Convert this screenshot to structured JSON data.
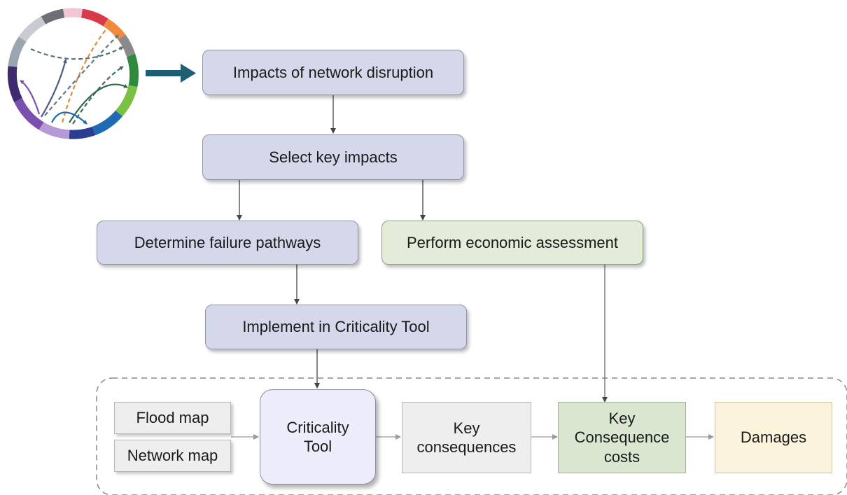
{
  "boxes": {
    "impacts": "Impacts of network disruption",
    "select": "Select key impacts",
    "determine": "Determine failure pathways",
    "perform": "Perform economic assessment",
    "implement": "Implement in Criticality Tool",
    "flood_map": "Flood map",
    "network_map": "Network map",
    "criticality_tool": "Criticality\nTool",
    "key_consequences": "Key\nconsequences",
    "key_consequence_costs": "Key\nConsequence\ncosts",
    "damages": "Damages"
  },
  "colors": {
    "process_blue": "#d5d8ea",
    "economic_green": "#e2ecd8",
    "input_grey": "#eeeeee",
    "damages_yellow": "#fbf3dc",
    "arrow_teal": "#1f5f73"
  }
}
